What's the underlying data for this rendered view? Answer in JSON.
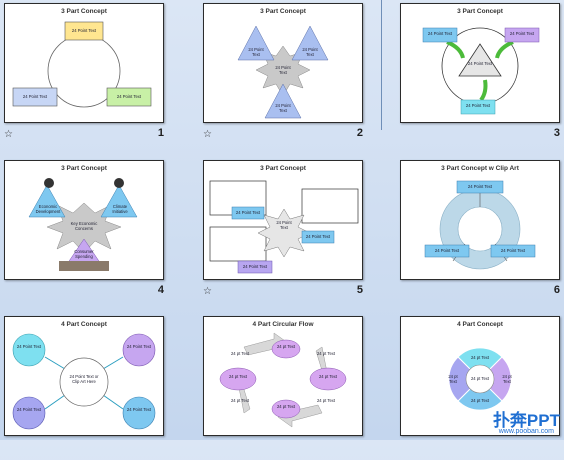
{
  "slides": [
    {
      "number": "1",
      "title": "3 Part Concept",
      "labels": [
        "24 Point Text",
        "24 Point Text",
        "24 Point Text"
      ],
      "starred": true
    },
    {
      "number": "2",
      "title": "3 Part Concept",
      "labels": [
        "24 Point Text",
        "24 Point Text",
        "24 Point Text",
        "24 Point Text"
      ],
      "starred": true
    },
    {
      "number": "3",
      "title": "3 Part Concept",
      "labels": [
        "24 Point Text",
        "24 Point Text",
        "24 Point Text",
        "24 Point Text"
      ],
      "starred": false
    },
    {
      "number": "4",
      "title": "3 Part Concept",
      "labels": [
        "Economic Development",
        "Climate Initiative",
        "Key Economic Concerns",
        "Consumer Spending"
      ],
      "starred": false
    },
    {
      "number": "5",
      "title": "3 Part Concept",
      "labels": [
        "24 Point Text",
        "24 Point Text",
        "24 Point Text",
        "24 Point Text"
      ],
      "starred": true
    },
    {
      "number": "6",
      "title": "3 Part Concept w Clip Art",
      "labels": [
        "24 Point Text",
        "24 Point Text",
        "24 Point Text"
      ],
      "starred": false
    },
    {
      "number": "",
      "title": "4 Part Concept",
      "labels": [
        "24 Point Text",
        "24 Point Text",
        "24 Point Text",
        "24 Point Text",
        "24 Point Text or Clip Art Here"
      ],
      "starred": false
    },
    {
      "number": "",
      "title": "4 Part Circular Flow",
      "labels": [
        "24 pt Text",
        "24 pt Text",
        "24 pt Text",
        "24 pt Text",
        "24 pt Text",
        "24 pt Text",
        "24 pt Text",
        "24 pt Text"
      ],
      "starred": false
    },
    {
      "number": "",
      "title": "4 Part Concept",
      "labels": [
        "24 pt Text",
        "24 pt Text",
        "24 pt Text",
        "24 pt Text",
        "24 pt Text"
      ],
      "starred": false
    }
  ],
  "watermark": {
    "main": "扑奔PPT",
    "sub": "www.pooban.com"
  }
}
